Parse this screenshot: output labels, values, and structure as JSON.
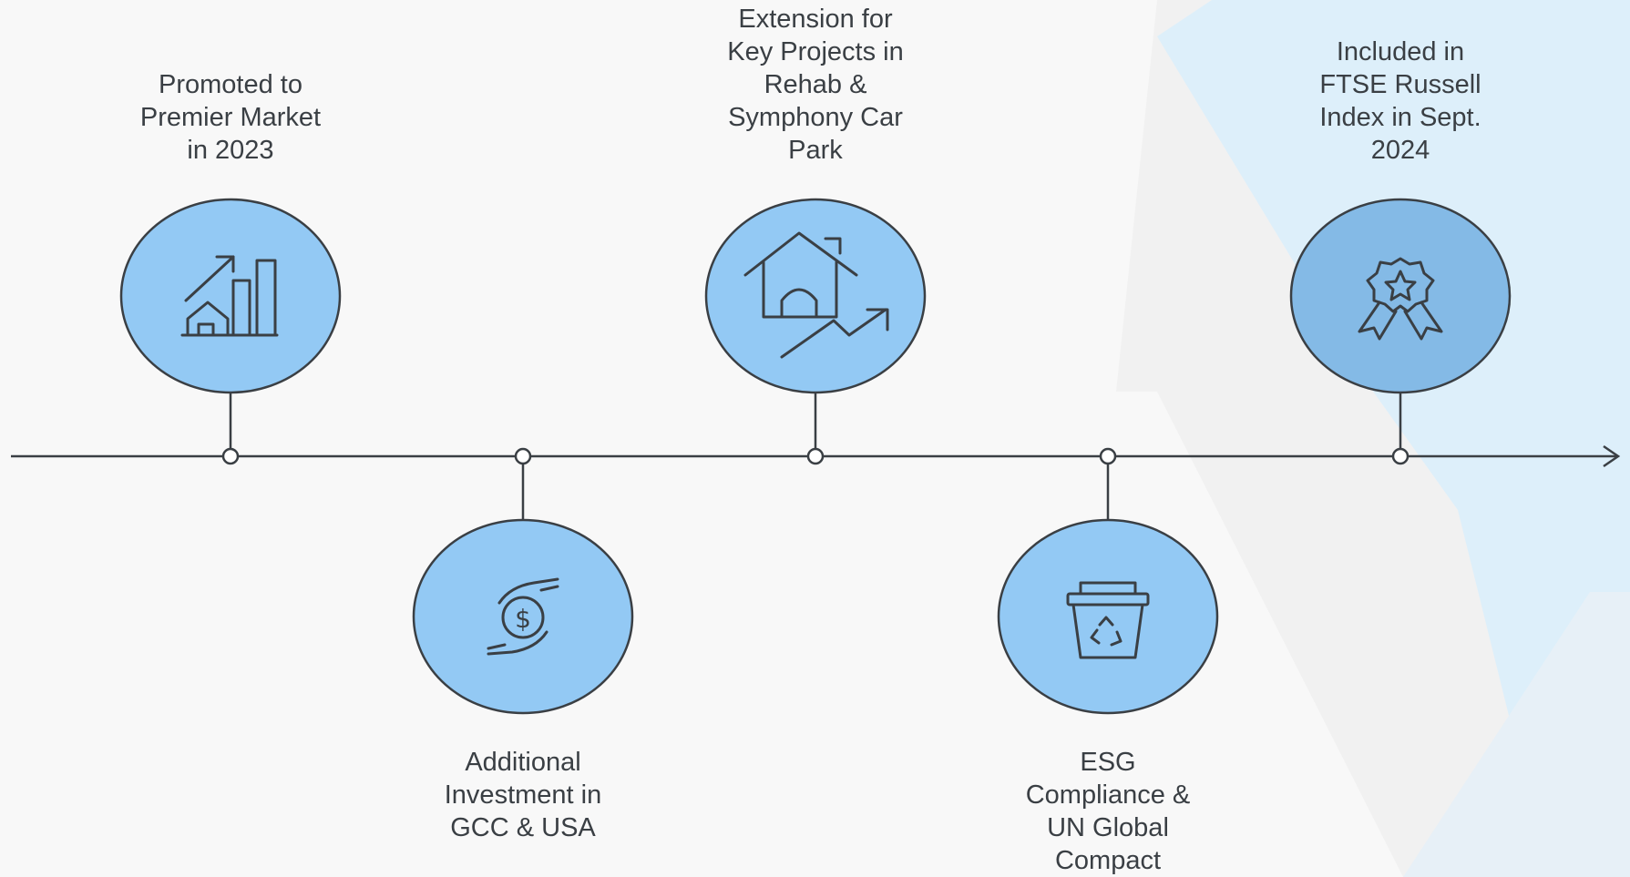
{
  "timeline": {
    "milestones": [
      {
        "text": "Promoted to\nPremier Market\nin 2023",
        "icon": "building-growth-chart-icon",
        "position": "above"
      },
      {
        "text": "Additional\nInvestment in\nGCC & USA",
        "icon": "money-in-hand-icon",
        "position": "below"
      },
      {
        "text": "Extension for\nKey Projects in\nRehab &\nSymphony Car\nPark",
        "icon": "house-growth-arrow-icon",
        "position": "above"
      },
      {
        "text": "ESG\nCompliance &\nUN Global\nCompact",
        "icon": "recycle-bin-icon",
        "position": "below"
      },
      {
        "text": "Included in\nFTSE Russell\nIndex in Sept.\n2024",
        "icon": "award-badge-icon",
        "position": "above"
      }
    ]
  },
  "colors": {
    "circle_fill": "#93c9f4",
    "circle_fill_last": "#84bae6",
    "stroke": "#3a3f44",
    "background": "#f8f8f8",
    "bg_shape_light_blue": "#ddeffa",
    "bg_shape_pale_blue": "#e7f0f7"
  }
}
